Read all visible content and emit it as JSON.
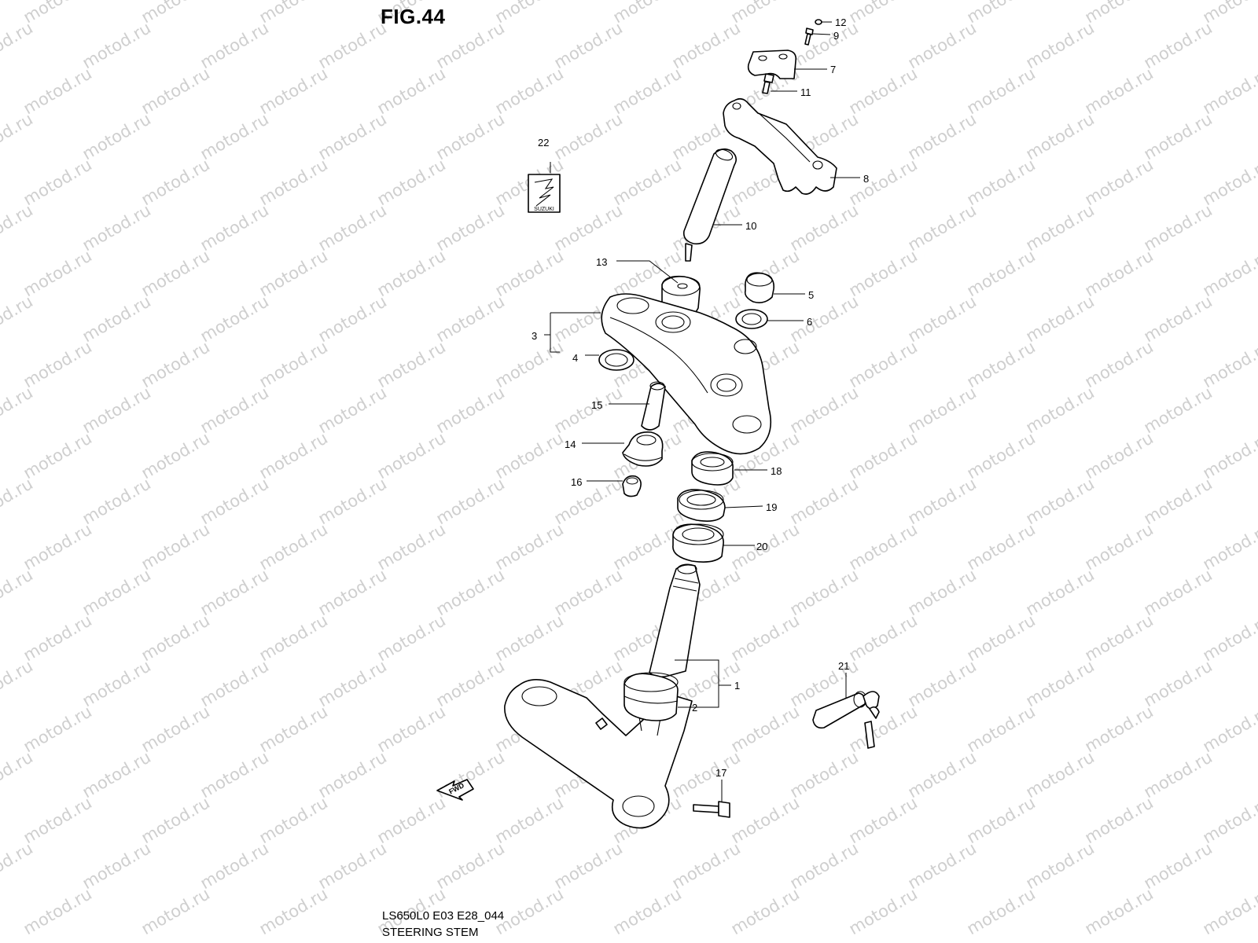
{
  "figure": {
    "title": "FIG.44",
    "model_code": "LS650L0 E03 E28_044",
    "section_name": "STEERING STEM",
    "watermark": "motod.ru",
    "logo_text": "SUZUKI",
    "fwd_label": "FWD"
  },
  "callouts": [
    {
      "id": "1",
      "label": "1"
    },
    {
      "id": "2",
      "label": "2"
    },
    {
      "id": "3",
      "label": "3"
    },
    {
      "id": "4",
      "label": "4"
    },
    {
      "id": "5",
      "label": "5"
    },
    {
      "id": "6",
      "label": "6"
    },
    {
      "id": "7",
      "label": "7"
    },
    {
      "id": "8",
      "label": "8"
    },
    {
      "id": "9",
      "label": "9"
    },
    {
      "id": "10",
      "label": "10"
    },
    {
      "id": "11",
      "label": "11"
    },
    {
      "id": "12",
      "label": "12"
    },
    {
      "id": "13",
      "label": "13"
    },
    {
      "id": "14",
      "label": "14"
    },
    {
      "id": "15",
      "label": "15"
    },
    {
      "id": "16",
      "label": "16"
    },
    {
      "id": "17",
      "label": "17"
    },
    {
      "id": "18",
      "label": "18"
    },
    {
      "id": "19",
      "label": "19"
    },
    {
      "id": "20",
      "label": "20"
    },
    {
      "id": "21",
      "label": "21"
    },
    {
      "id": "22",
      "label": "22"
    }
  ],
  "colors": {
    "line": "#000000",
    "watermark": "#cfcfcf",
    "background": "#ffffff"
  }
}
